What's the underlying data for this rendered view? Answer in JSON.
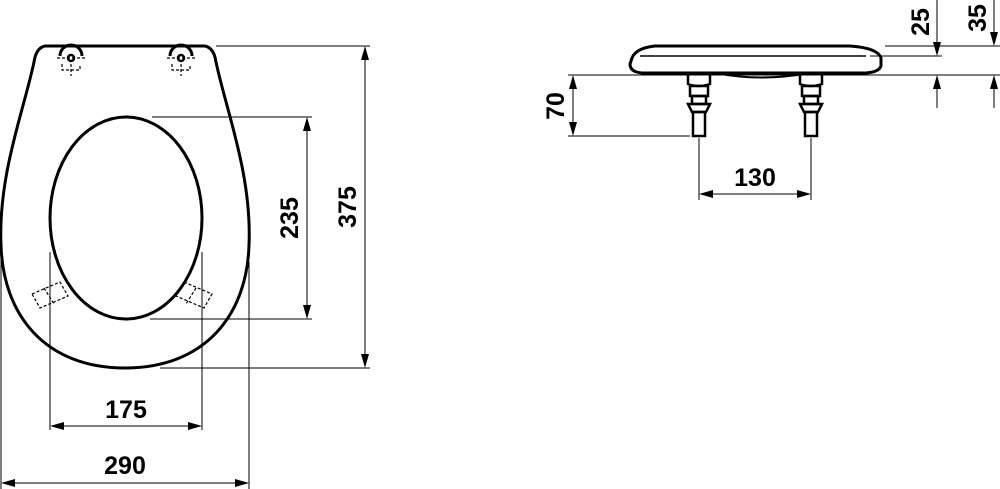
{
  "drawing": {
    "colors": {
      "line": "#000000",
      "background": "#ffffff"
    },
    "dimensions": {
      "width_outer": "290",
      "width_inner": "175",
      "length_inner": "235",
      "length_outer": "375",
      "hinge_spacing": "130",
      "hinge_height": "70",
      "seat_height": "25",
      "total_height": "35"
    }
  }
}
